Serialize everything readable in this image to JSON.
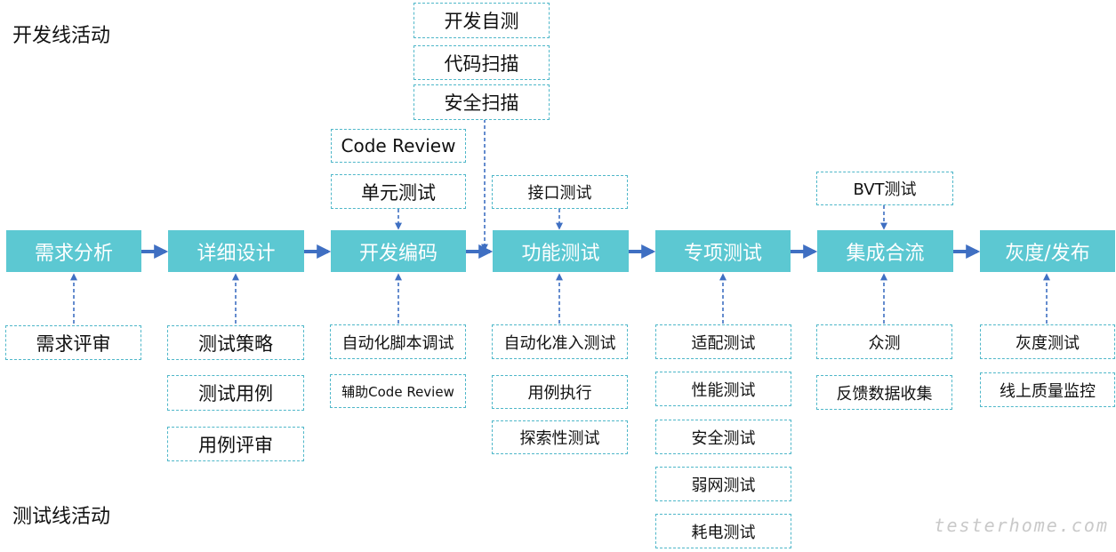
{
  "lanes": {
    "dev": "开发线活动",
    "test": "测试线活动"
  },
  "stages": [
    "需求分析",
    "详细设计",
    "开发编码",
    "功能测试",
    "专项测试",
    "集成合流",
    "灰度/发布"
  ],
  "dev_activities": {
    "scan_stack": [
      "开发自测",
      "代码扫描",
      "安全扫描"
    ],
    "coding": [
      "Code Review",
      "单元测试"
    ],
    "functional": "接口测试",
    "integration": "BVT测试"
  },
  "test_activities": {
    "requirements": [
      "需求评审"
    ],
    "design": [
      "测试策略",
      "测试用例",
      "用例评审"
    ],
    "coding": [
      "自动化脚本调试",
      "辅助Code Review"
    ],
    "functional": [
      "自动化准入测试",
      "用例执行",
      "探索性测试"
    ],
    "special": [
      "适配测试",
      "性能测试",
      "安全测试",
      "弱网测试",
      "耗电测试"
    ],
    "integration": [
      "众测",
      "反馈数据收集"
    ],
    "release": [
      "灰度测试",
      "线上质量监控"
    ]
  },
  "watermark": "testerhome.com",
  "colors": {
    "stage": "#5cc8d2",
    "arrow": "#3f6fc2",
    "box_border": "#4fb7c9"
  }
}
